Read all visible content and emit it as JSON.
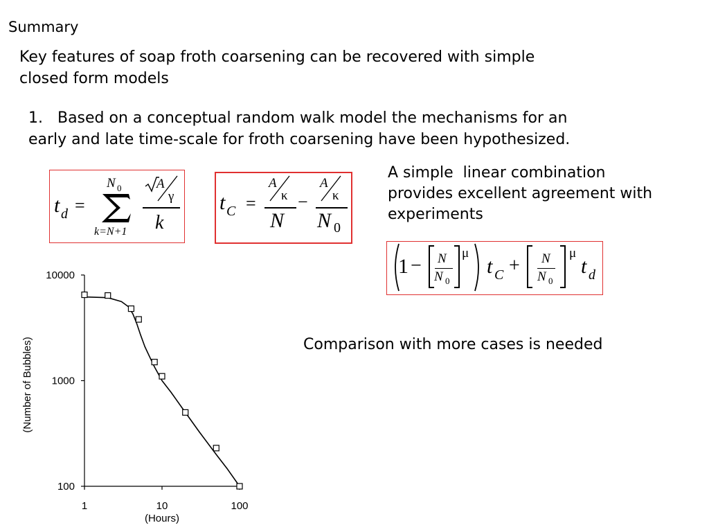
{
  "slide": {
    "title": "Summary",
    "intro_lines": [
      "Key features of soap froth coarsening can be recovered with simple",
      "closed form models"
    ],
    "point1_lines": [
      "1.   Based on a conceptual random walk model the mechanisms for an",
      "early and late time-scale for froth coarsening have been hypothesized."
    ],
    "side_lines": [
      "A simple  linear combination",
      "provides excellent agreement with",
      "experiments"
    ],
    "comparison": "Comparison with more cases is needed"
  },
  "equations": {
    "td": {
      "lhs_var": "t",
      "lhs_sub": "d",
      "equals": "=",
      "sum_upper_var": "N",
      "sum_upper_sub": "0",
      "sum_lower": "k=N+1",
      "num_root": "A",
      "num_den": "γ",
      "den": "k"
    },
    "tc": {
      "lhs_var": "t",
      "lhs_sub": "C",
      "equals": "=",
      "A": "A",
      "kappa": "κ",
      "minus": "−",
      "N": "N",
      "N0_var": "N",
      "N0_sub": "0"
    },
    "combo": {
      "one": "1",
      "minus": "−",
      "plus": "+",
      "N": "N",
      "N0_var": "N",
      "N0_sub": "0",
      "mu": "μ",
      "t": "t",
      "C": "C",
      "d": "d"
    }
  },
  "chart_data": {
    "type": "scatter",
    "x_scale": "log",
    "y_scale": "log",
    "xlim": [
      1,
      100
    ],
    "ylim": [
      100,
      10000
    ],
    "xlabel": "(Hours)",
    "ylabel": "(Number of Bubbles)",
    "x_ticks": [
      {
        "value": 1,
        "label": "1"
      },
      {
        "value": 10,
        "label": "10"
      },
      {
        "value": 100,
        "label": "100"
      }
    ],
    "y_ticks": [
      {
        "value": 100,
        "label": "100"
      },
      {
        "value": 1000,
        "label": "1000"
      },
      {
        "value": 10000,
        "label": "10000"
      }
    ],
    "markers": [
      {
        "x": 1,
        "y": 6500
      },
      {
        "x": 2,
        "y": 6400
      },
      {
        "x": 4,
        "y": 4800
      },
      {
        "x": 5,
        "y": 3800
      },
      {
        "x": 8,
        "y": 1500
      },
      {
        "x": 10,
        "y": 1100
      },
      {
        "x": 20,
        "y": 500
      },
      {
        "x": 50,
        "y": 230
      },
      {
        "x": 100,
        "y": 100
      }
    ],
    "curve": [
      {
        "x": 1,
        "y": 6200
      },
      {
        "x": 2,
        "y": 6100
      },
      {
        "x": 3,
        "y": 5600
      },
      {
        "x": 3.7,
        "y": 5000
      },
      {
        "x": 4.2,
        "y": 4300
      },
      {
        "x": 4.7,
        "y": 3500
      },
      {
        "x": 5.3,
        "y": 2700
      },
      {
        "x": 6,
        "y": 2100
      },
      {
        "x": 7,
        "y": 1650
      },
      {
        "x": 8,
        "y": 1350
      },
      {
        "x": 10,
        "y": 1000
      },
      {
        "x": 13,
        "y": 780
      },
      {
        "x": 20,
        "y": 500
      },
      {
        "x": 30,
        "y": 330
      },
      {
        "x": 50,
        "y": 200
      },
      {
        "x": 70,
        "y": 145
      },
      {
        "x": 100,
        "y": 100
      }
    ],
    "grid": false,
    "legend": "none"
  }
}
